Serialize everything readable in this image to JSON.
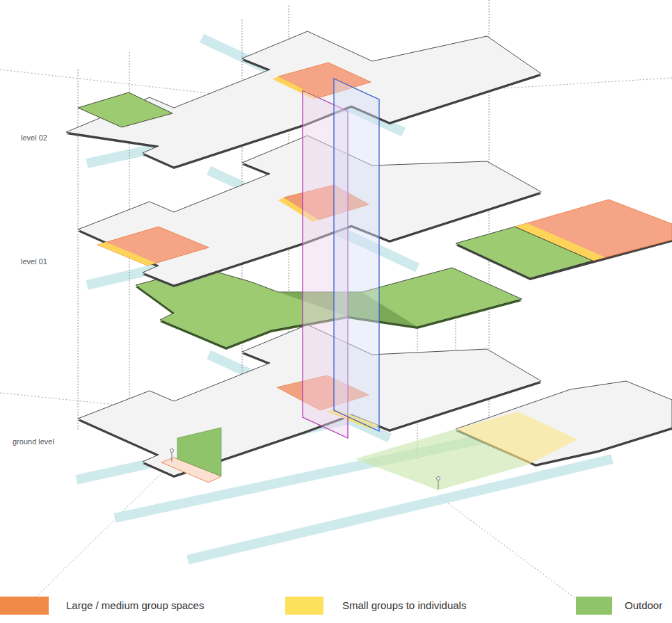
{
  "diagram": {
    "labels": [
      "level 02",
      "level 01",
      "ground level"
    ],
    "legend": [
      {
        "text": "Large / medium group spaces",
        "color": "#f08a46"
      },
      {
        "text": "Small groups to individuals",
        "color": "#fde05c"
      },
      {
        "text": "Outdoor",
        "color": "#8fc46a"
      }
    ]
  }
}
